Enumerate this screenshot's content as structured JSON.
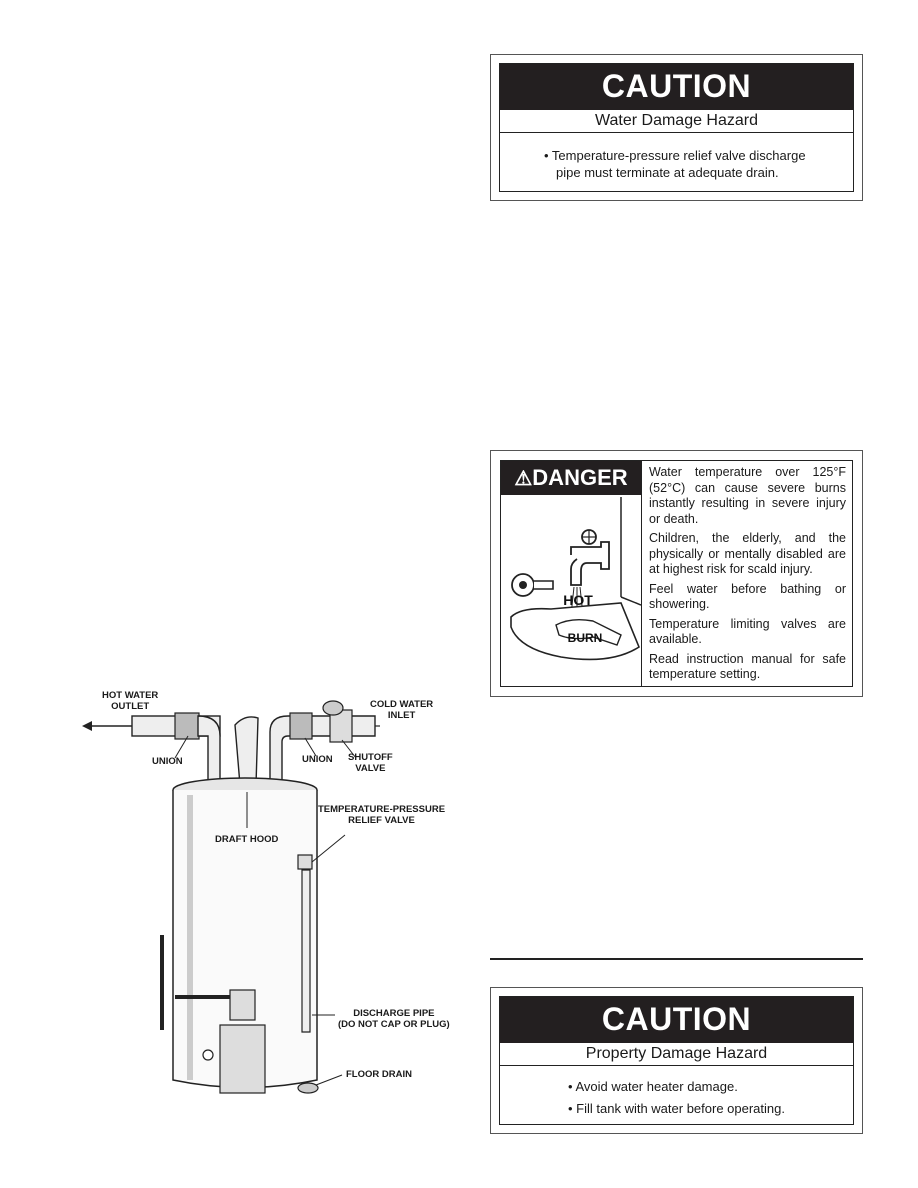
{
  "caution_water": {
    "header": "CAUTION",
    "subheader": "Water Damage Hazard",
    "bullets": [
      "• Temperature-pressure relief valve discharge",
      "pipe must terminate at adequate drain."
    ]
  },
  "danger": {
    "header": "DANGER",
    "hot_label": "HOT",
    "burn_label": "BURN",
    "paragraphs": [
      "Water temperature over 125°F (52°C) can cause severe burns instantly resulting in severe injury or death.",
      "Children, the elderly, and the physically or mentally disabled are at highest risk for scald injury.",
      "Feel water before bathing or showering.",
      "Temperature limiting valves are available.",
      "Read instruction manual for safe temperature setting."
    ]
  },
  "caution_property": {
    "header": "CAUTION",
    "subheader": "Property Damage Hazard",
    "bullets": [
      "• Avoid water heater damage.",
      "• Fill tank with water before operating."
    ]
  },
  "diagram": {
    "hot_water_outlet": [
      "HOT WATER",
      "OUTLET"
    ],
    "cold_water_inlet": [
      "COLD WATER",
      "INLET"
    ],
    "union_left": "UNION",
    "union_right": "UNION",
    "shutoff_valve": [
      "SHUTOFF",
      "VALVE"
    ],
    "draft_hood": "DRAFT HOOD",
    "tp_valve": [
      "TEMPERATURE-PRESSURE",
      "RELIEF VALVE"
    ],
    "discharge_pipe": [
      "DISCHARGE PIPE",
      "(DO NOT CAP OR PLUG)"
    ],
    "floor_drain": "FLOOR DRAIN"
  }
}
